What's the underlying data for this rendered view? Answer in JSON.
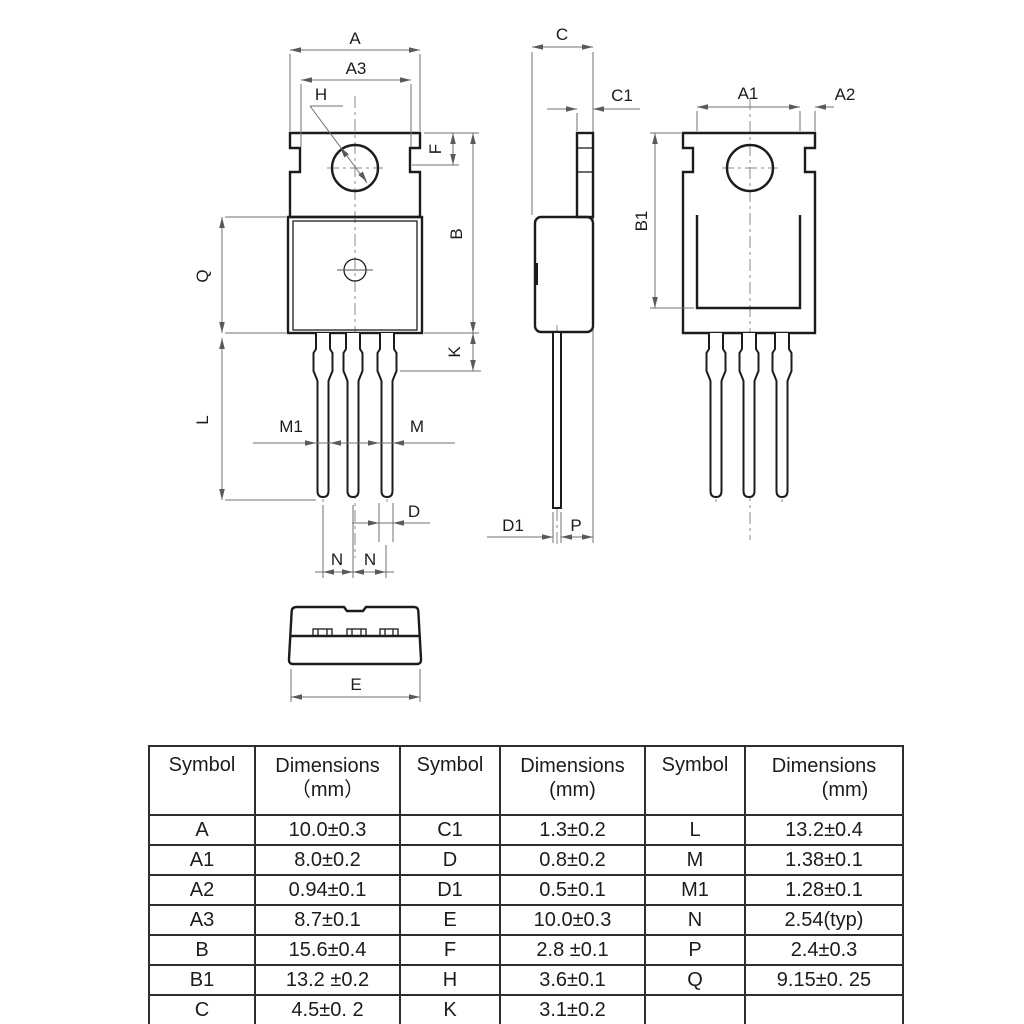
{
  "drawing": {
    "labels": {
      "A": "A",
      "A3": "A3",
      "H": "H",
      "F": "F",
      "B": "B",
      "Q": "Q",
      "L": "L",
      "K": "K",
      "M1": "M1",
      "M": "M",
      "D": "D",
      "N_left": "N",
      "N_right": "N",
      "E": "E",
      "C": "C",
      "C1": "C1",
      "D1": "D1",
      "P": "P",
      "A1": "A1",
      "A2": "A2",
      "B1": "B1"
    }
  },
  "table": {
    "header": {
      "symbol": "Symbol",
      "dimensions": "Dimensions",
      "unit_cjk": "（mm）",
      "unit": "(mm)"
    },
    "rows": [
      [
        "A",
        "10.0±0.3",
        "C1",
        "1.3±0.2",
        "L",
        "13.2±0.4"
      ],
      [
        "A1",
        "8.0±0.2",
        "D",
        "0.8±0.2",
        "M",
        "1.38±0.1"
      ],
      [
        "A2",
        "0.94±0.1",
        "D1",
        "0.5±0.1",
        "M1",
        "1.28±0.1"
      ],
      [
        "A3",
        "8.7±0.1",
        "E",
        "10.0±0.3",
        "N",
        "2.54(typ)"
      ],
      [
        "B",
        "15.6±0.4",
        "F",
        "2.8 ±0.1",
        "P",
        "2.4±0.3"
      ],
      [
        "B1",
        "13.2 ±0.2",
        "H",
        "3.6±0.1",
        "Q",
        "9.15±0. 25"
      ],
      [
        "C",
        "4.5±0. 2",
        "K",
        "3.1±0.2",
        "",
        ""
      ]
    ]
  },
  "colors": {
    "outline": "#1c1c1c",
    "dimension_line": "#707070",
    "centerline": "#8a8a8a",
    "table_border": "#2e2e2e",
    "background": "#ffffff"
  }
}
